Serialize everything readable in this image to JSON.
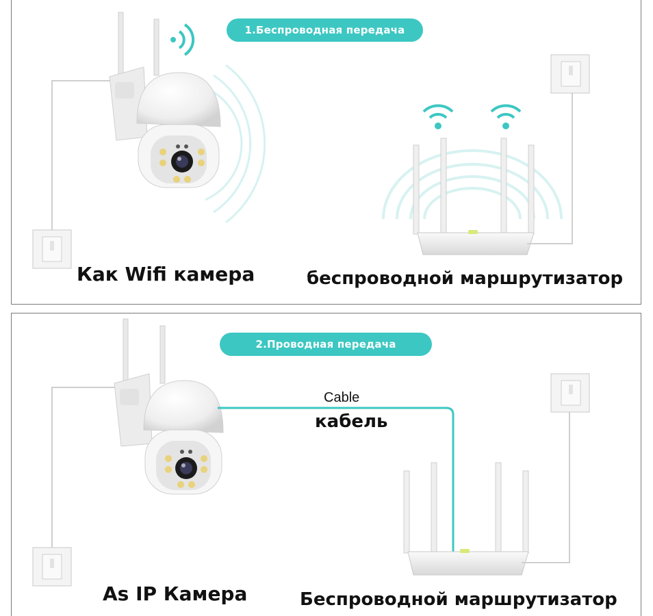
{
  "section1": {
    "badge": "1.Беспроводная передача",
    "camera_caption": "Как Wifi камера",
    "router_caption": "беспроводной маршрутизатор"
  },
  "section2": {
    "badge": "2.Проводная передача",
    "cable_label_en": "Cable",
    "cable_label_ru": "кабель",
    "camera_caption": "As IP Камера",
    "router_caption": "Беспроводной маршрутизатор"
  },
  "colors": {
    "accent": "#3cc7c2",
    "wave": "#bfeeed",
    "device": "#f2f2f2",
    "outline": "#c8c8c8"
  }
}
